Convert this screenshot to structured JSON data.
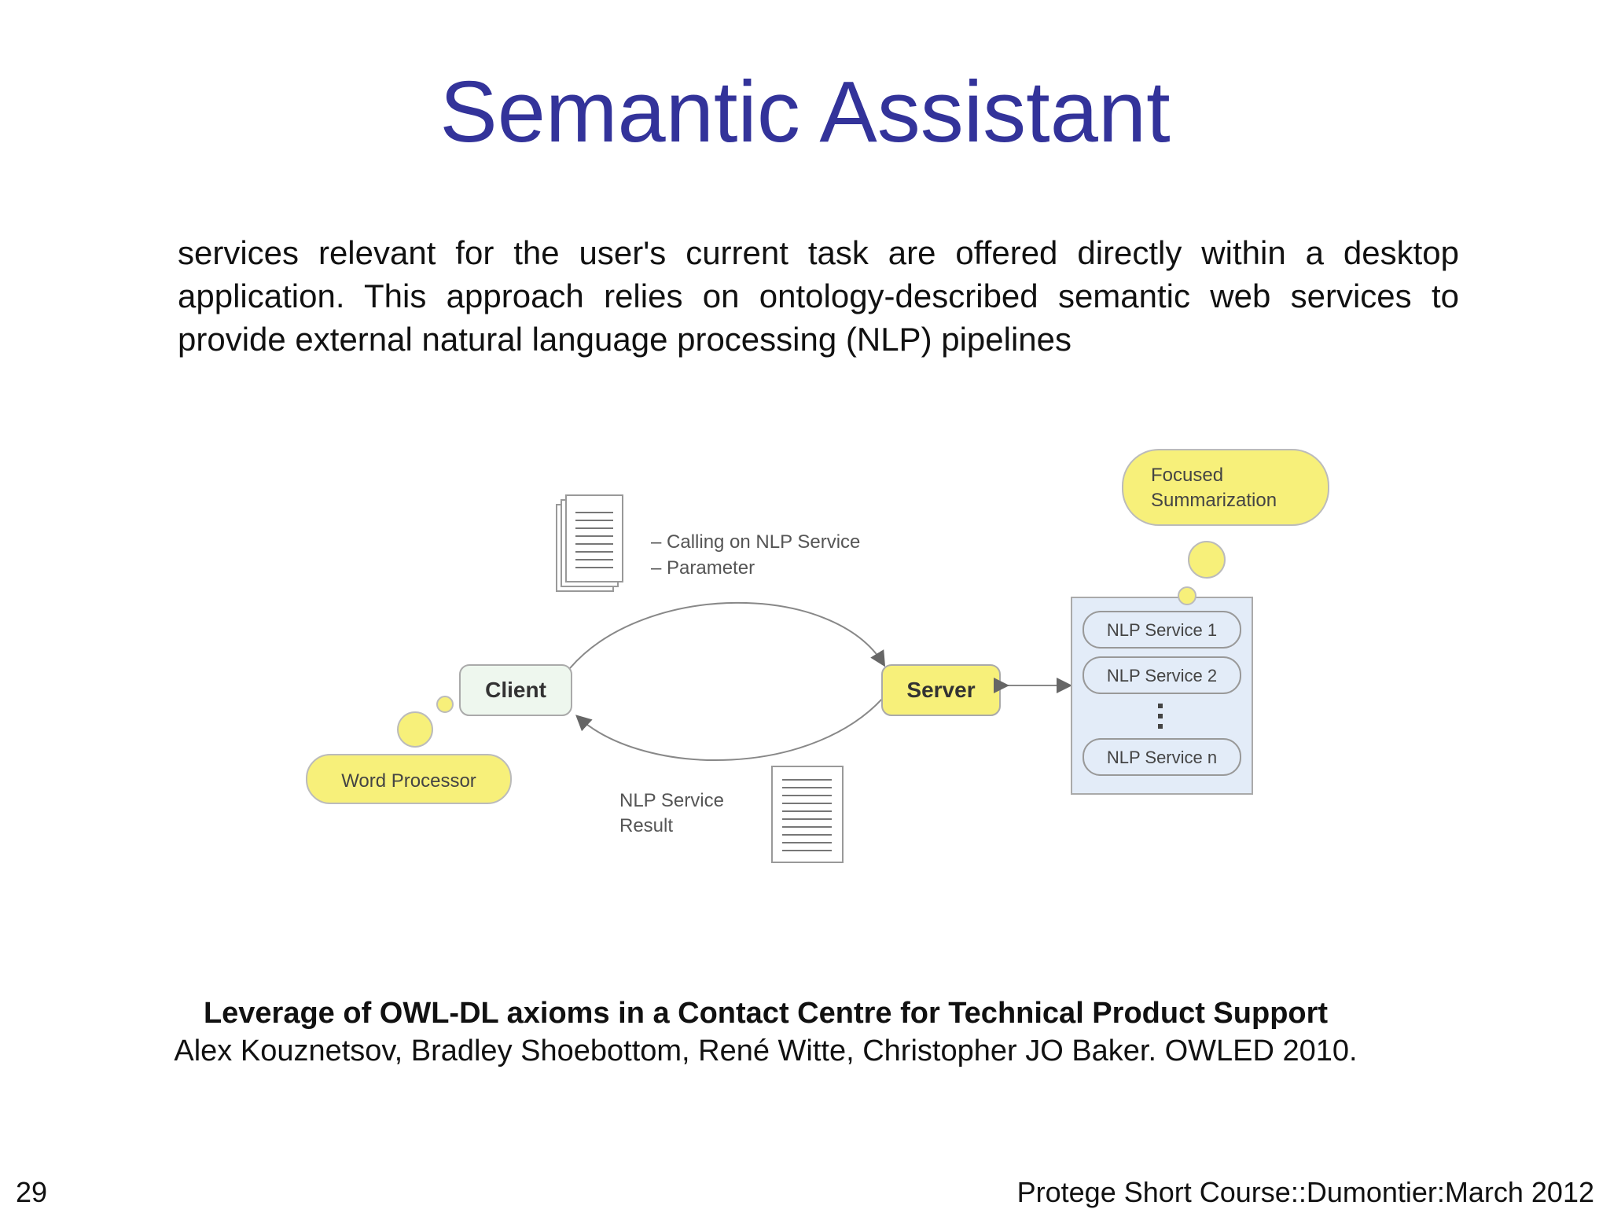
{
  "slide": {
    "title": "Semantic Assistant",
    "body": "services relevant for the user's current task are offered directly within a desktop application. This approach relies on ontology-described semantic web services to provide external natural language processing (NLP) pipelines",
    "reference_title": "Leverage of OWL-DL axioms in a Contact Centre for Technical Product Support",
    "reference_authors": "Alex Kouznetsov, Bradley Shoebottom, René Witte, Christopher JO Baker. OWLED 2010.",
    "page_number": "29",
    "footer": "Protege Short Course::Dumontier:March 2012"
  },
  "diagram": {
    "client": "Client",
    "server": "Server",
    "word_processor": "Word Processor",
    "focused_summarization_line1": "Focused",
    "focused_summarization_line2": "Summarization",
    "calling_line1": "– Calling on NLP Service",
    "calling_line2": "– Parameter",
    "result_line1": "NLP Service",
    "result_line2": "Result",
    "service1": "NLP Service 1",
    "service2": "NLP Service 2",
    "servicen": "NLP Service n",
    "colors": {
      "yellow": "#f7f07a",
      "client_fill": "#eef7ee",
      "service_panel": "#e3ecf8",
      "stroke": "#888888"
    }
  }
}
